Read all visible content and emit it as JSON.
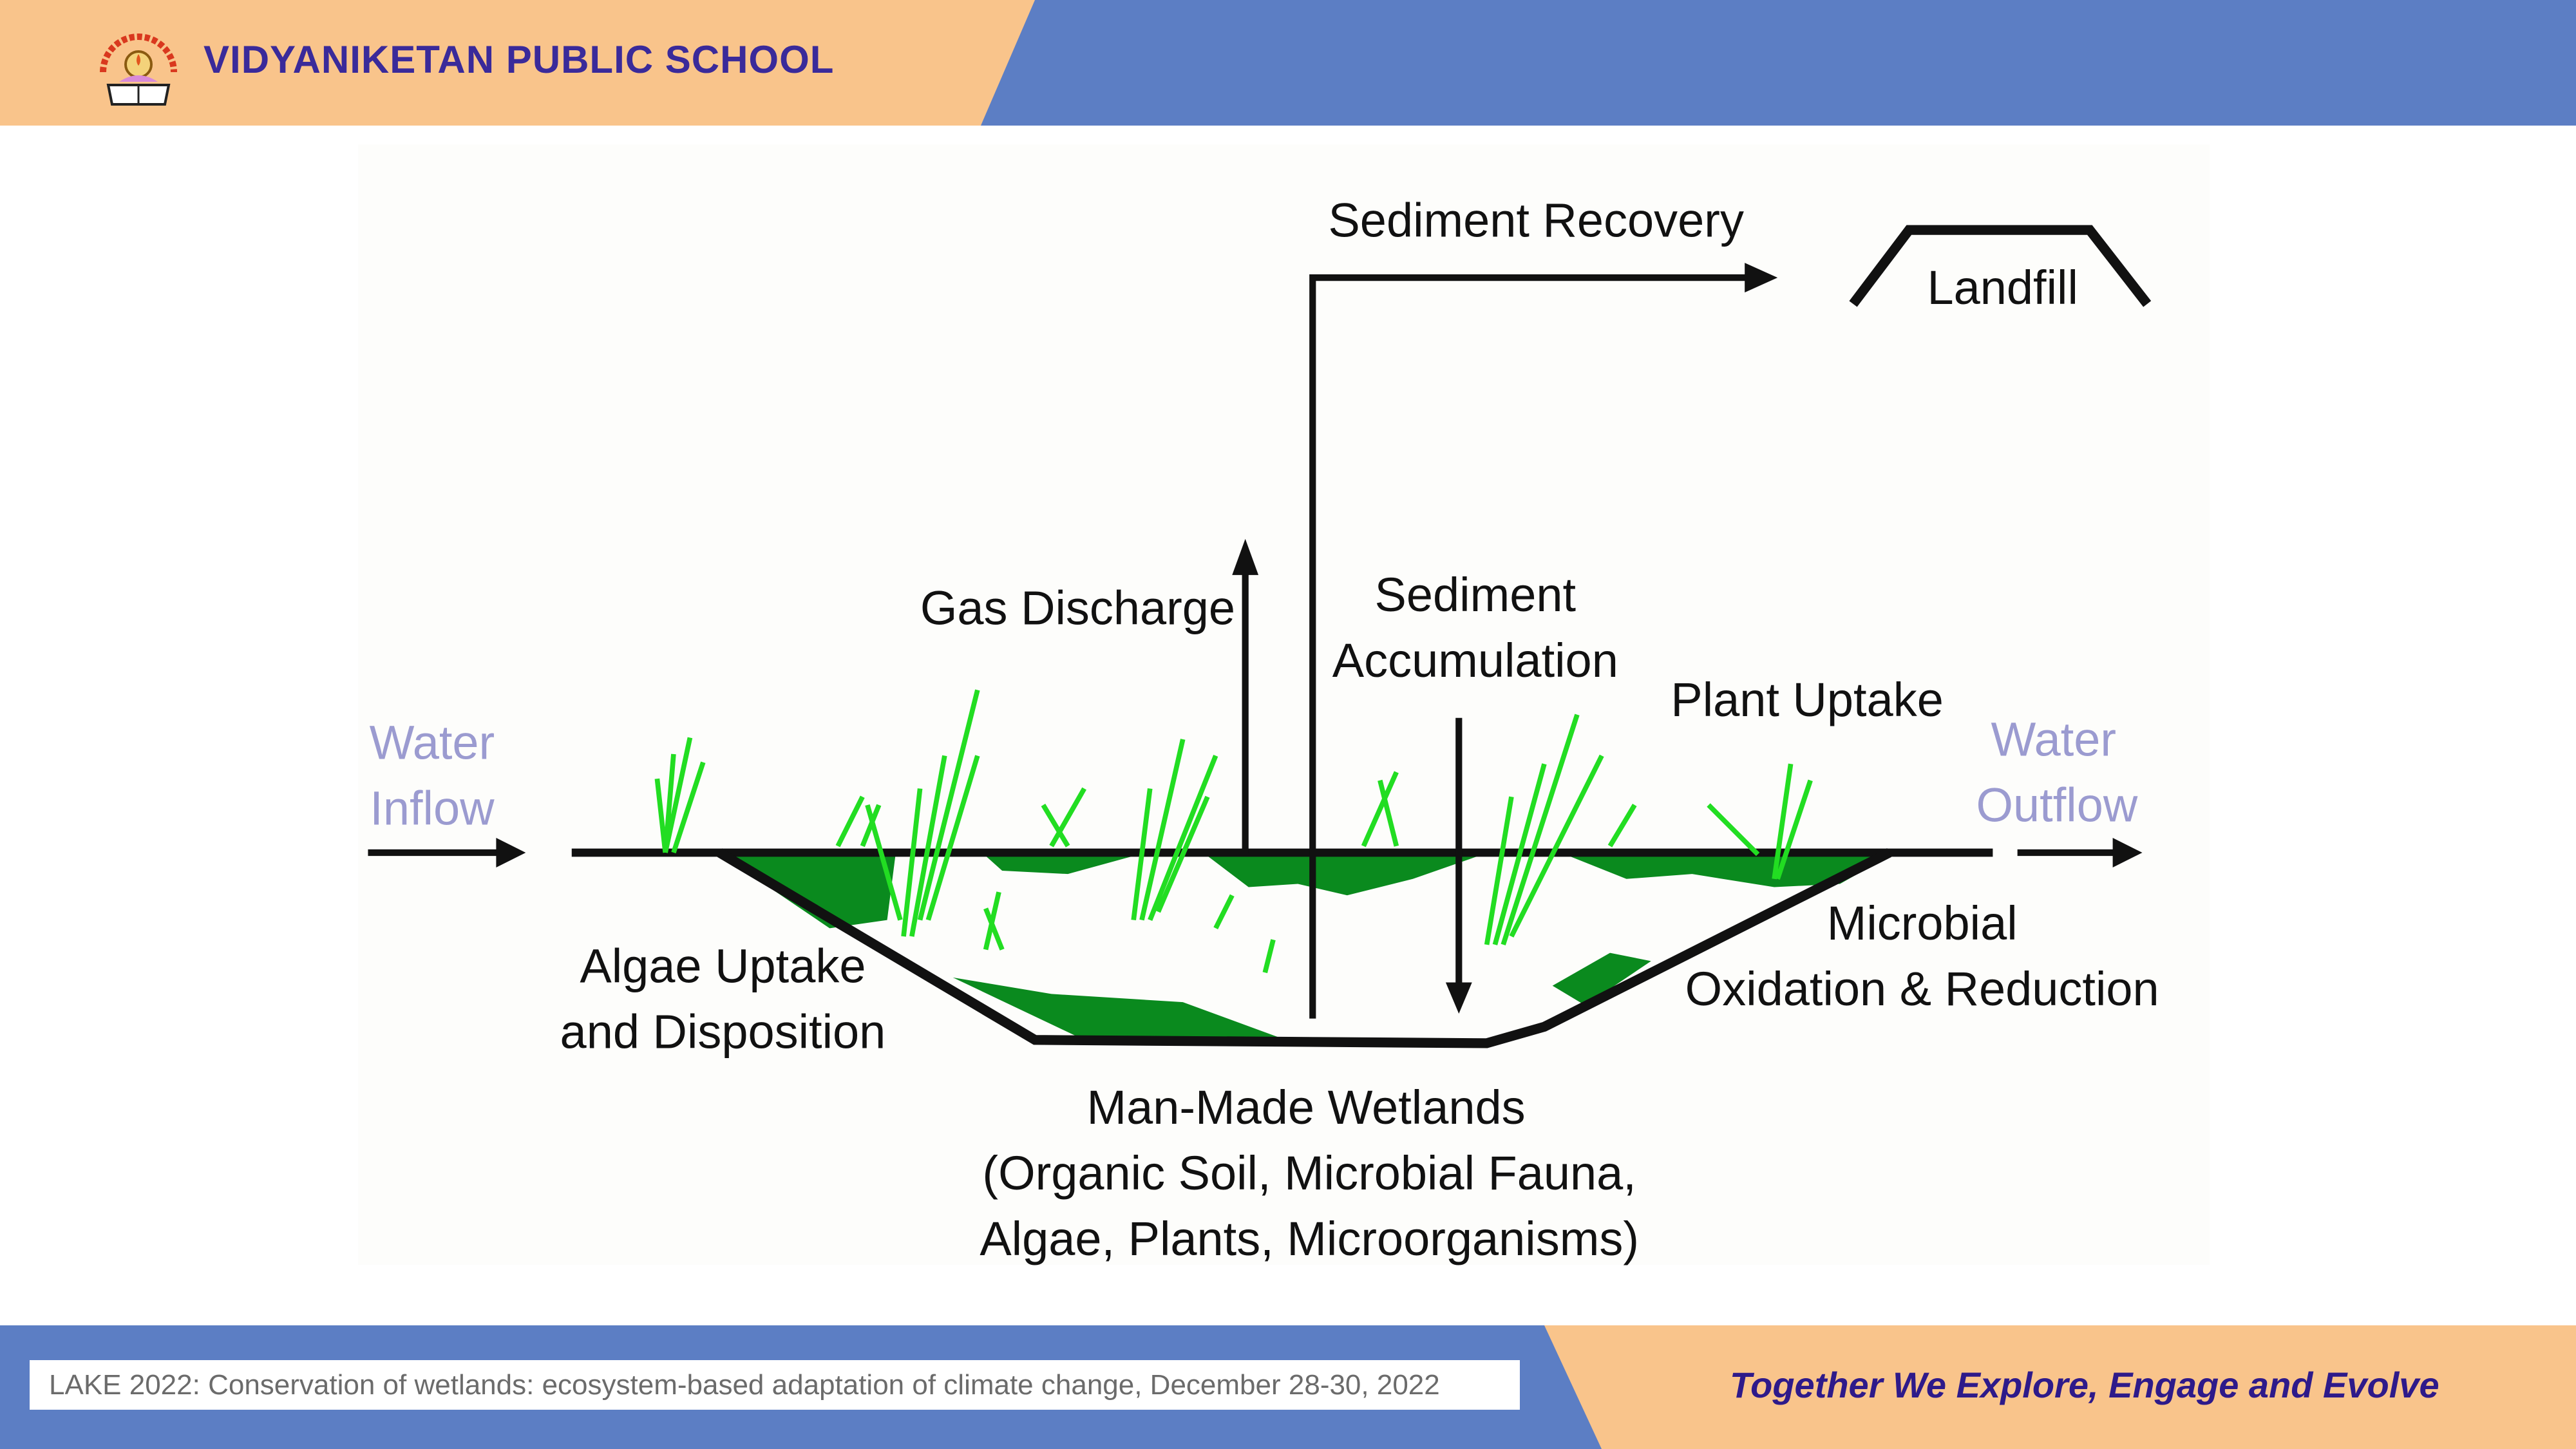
{
  "header": {
    "school_name": "VIDYANIKETAN PUBLIC SCHOOL",
    "logo_icon": "school-emblem-icon"
  },
  "diagram": {
    "water_inflow": [
      "Water",
      "Inflow"
    ],
    "water_outflow": [
      "Water",
      "Outflow"
    ],
    "sediment_recovery": "Sediment Recovery",
    "landfill": "Landfill",
    "gas_discharge": "Gas Discharge",
    "sediment_accumulation": [
      "Sediment",
      "Accumulation"
    ],
    "plant_uptake": "Plant Uptake",
    "algae_uptake": [
      "Algae Uptake",
      "and Disposition"
    ],
    "microbial": [
      "Microbial",
      "Oxidation & Reduction"
    ],
    "wetlands": [
      "Man-Made Wetlands",
      "(Organic Soil, Microbial Fauna,",
      "Algae, Plants, Microorganisms)"
    ]
  },
  "footer": {
    "conference": "LAKE 2022: Conservation of wetlands: ecosystem-based adaptation of climate change, December 28-30, 2022",
    "tagline": "Together We Explore, Engage and Evolve"
  },
  "colors": {
    "orange": "#f9c48b",
    "blue": "#5c7ec4",
    "title": "#3a2a9a",
    "dark_green": "#0a8a1e",
    "plant_green": "#22dd22"
  }
}
